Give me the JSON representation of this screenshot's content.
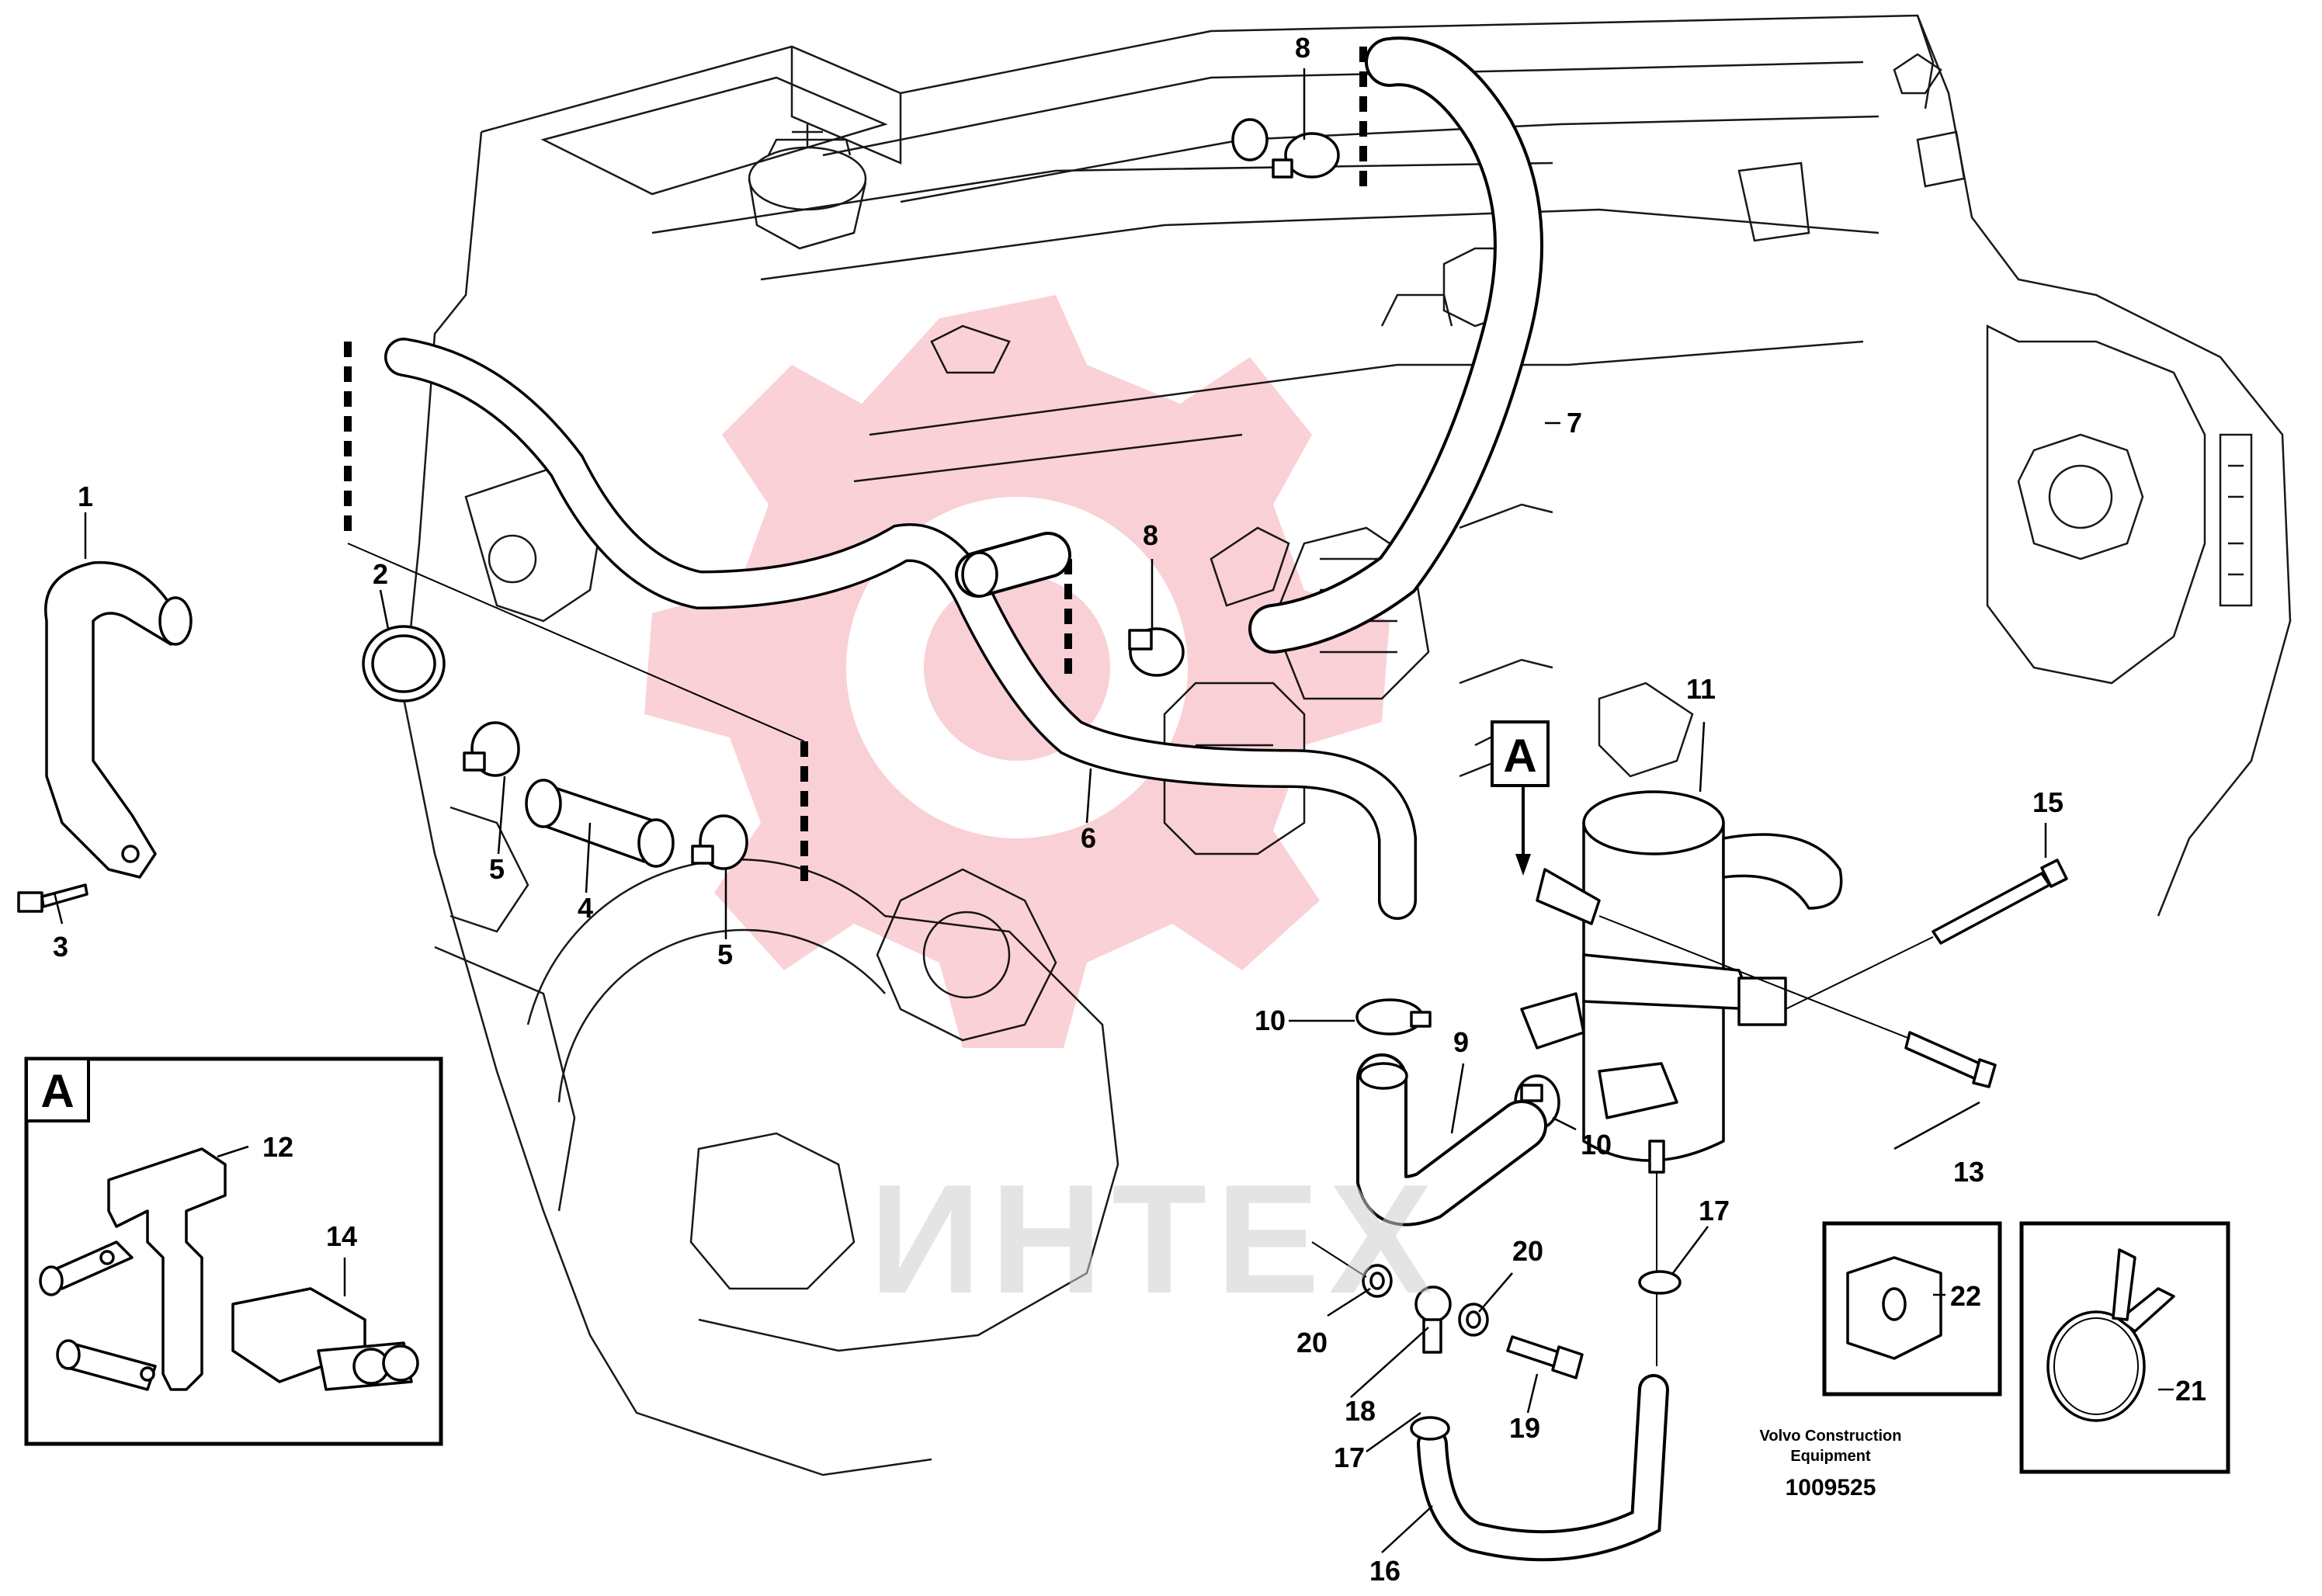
{
  "diagram": {
    "inset_letter": "A",
    "callout_letter": "A",
    "watermark_text": "ИНТЕХ",
    "brand_caption_line1": "Volvo Construction",
    "brand_caption_line2": "Equipment",
    "drawing_number": "1009525",
    "labels": {
      "p1": "1",
      "p2": "2",
      "p3": "3",
      "p4": "4",
      "p5a": "5",
      "p5b": "5",
      "p6": "6",
      "p7": "7",
      "p8a": "8",
      "p8b": "8",
      "p9": "9",
      "p10a": "10",
      "p10b": "10",
      "p11": "11",
      "p12": "12",
      "p13": "13",
      "p14": "14",
      "p15": "15",
      "p16": "16",
      "p17a": "17",
      "p17b": "17",
      "p18": "18",
      "p19": "19",
      "p20a": "20",
      "p20b": "20",
      "p21": "21",
      "p22": "22"
    }
  }
}
